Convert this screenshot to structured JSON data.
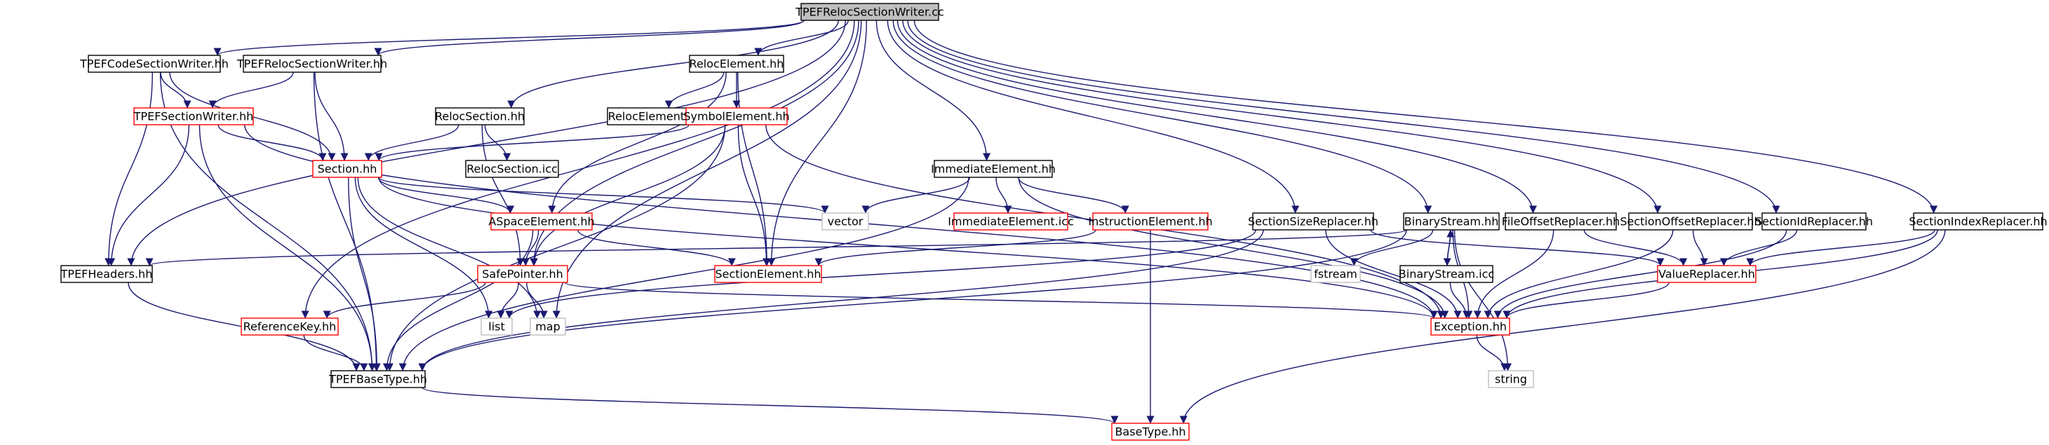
{
  "nodes": {
    "root": "TPEFRelocSectionWriter.cc",
    "tpefcode": "TPEFCodeSectionWriter.hh",
    "tpefreloc": "TPEFRelocSectionWriter.hh",
    "relocelem": "RelocElement.hh",
    "tpefsection": "TPEFSectionWriter.hh",
    "relocsection": "RelocSection.hh",
    "relocelemicc": "RelocElement.icc",
    "symbolelem": "SymbolElement.hh",
    "section": "Section.hh",
    "relocsectionicc": "RelocSection.icc",
    "immediateelem": "ImmediateElement.hh",
    "vector": "vector",
    "aspace": "ASpaceElement.hh",
    "immediateicc": "ImmediateElement.icc",
    "instruction": "InstructionElement.hh",
    "sectionsize": "SectionSizeReplacer.hh",
    "binarystream": "BinaryStream.hh",
    "fileoffset": "FileOffsetReplacer.hh",
    "sectionoffset": "SectionOffsetReplacer.hh",
    "sectionid": "SectionIdReplacer.hh",
    "sectionindex": "SectionIndexReplacer.hh",
    "tpefheaders": "TPEFHeaders.hh",
    "safepointer": "SafePointer.hh",
    "sectionelem": "SectionElement.hh",
    "fstream": "fstream",
    "binarystreamicc": "BinaryStream.icc",
    "valuereplacer": "ValueReplacer.hh",
    "referencekey": "ReferenceKey.hh",
    "list": "list",
    "map": "map",
    "exception": "Exception.hh",
    "tpefbasetype": "TPEFBaseType.hh",
    "string": "string",
    "basetype": "BaseType.hh"
  },
  "colors": {
    "edge": "#191970",
    "border_normal": "#000000",
    "border_incomplete": "#ff0000",
    "border_system": "#bfbfbf",
    "root_fill": "#bfbfbf"
  }
}
